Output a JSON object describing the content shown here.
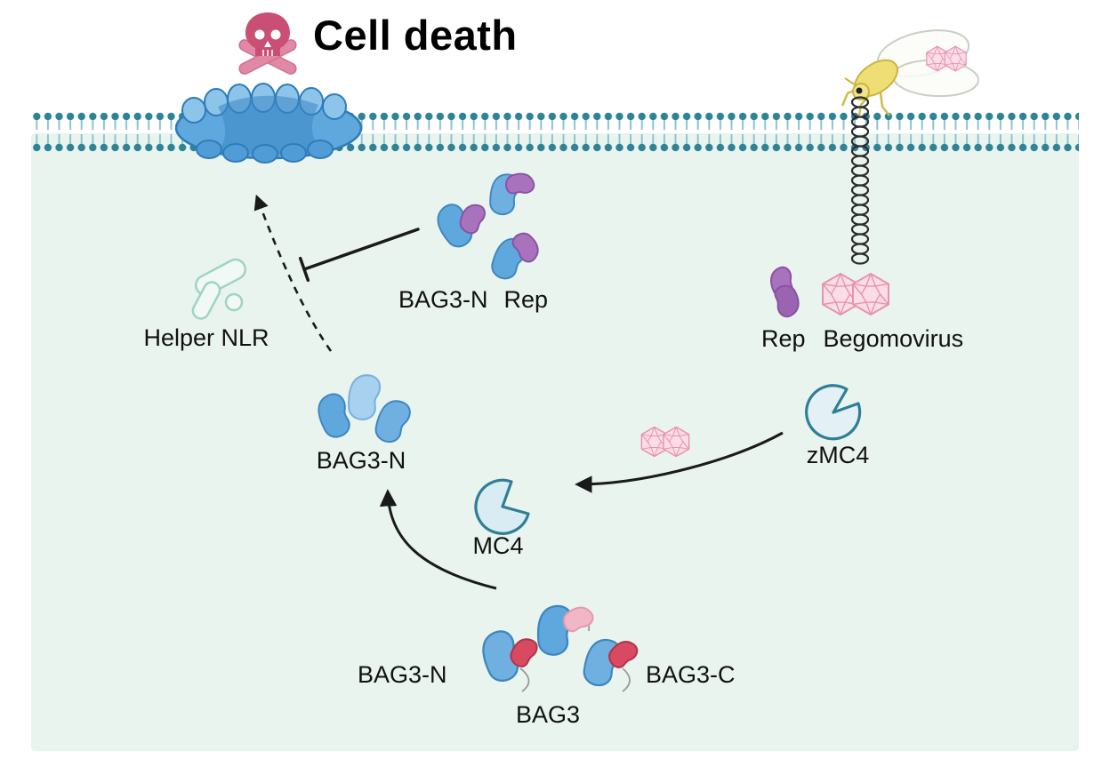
{
  "title": "Cell death",
  "labels": {
    "helper_nlr": "Helper NLR",
    "bag3n_rep_left": "BAG3-N",
    "bag3n_rep_right": "Rep",
    "rep": "Rep",
    "begomovirus": "Begomovirus",
    "zmc4": "zMC4",
    "mc4": "MC4",
    "bag3n_mid": "BAG3-N",
    "bag3n_bottom": "BAG3-N",
    "bag3": "BAG3",
    "bag3c": "BAG3-C"
  },
  "icons": {
    "skull": "skull-crossbones-icon",
    "whitefly": "whitefly-insect-icon",
    "virus_particle": "geminate-virion-icon",
    "membrane": "lipid-bilayer-graphic",
    "pore": "membrane-pore-graphic",
    "zmc4": "zmc4-protease-icon",
    "mc4": "mc4-protease-icon",
    "helper_nlr": "helper-nlr-icon"
  },
  "colors": {
    "background_cell": "#e9f4ef",
    "membrane_teal": "#2e8397",
    "skull_pink": "#c94f74",
    "protein_blue": "#6fb0e0",
    "rep_purple": "#a873bc",
    "bag3c_red": "#d84a62",
    "virus_pink": "#e893af",
    "nlr_mint": "#9fd4c2",
    "arrow_black": "#1a1a1a"
  }
}
